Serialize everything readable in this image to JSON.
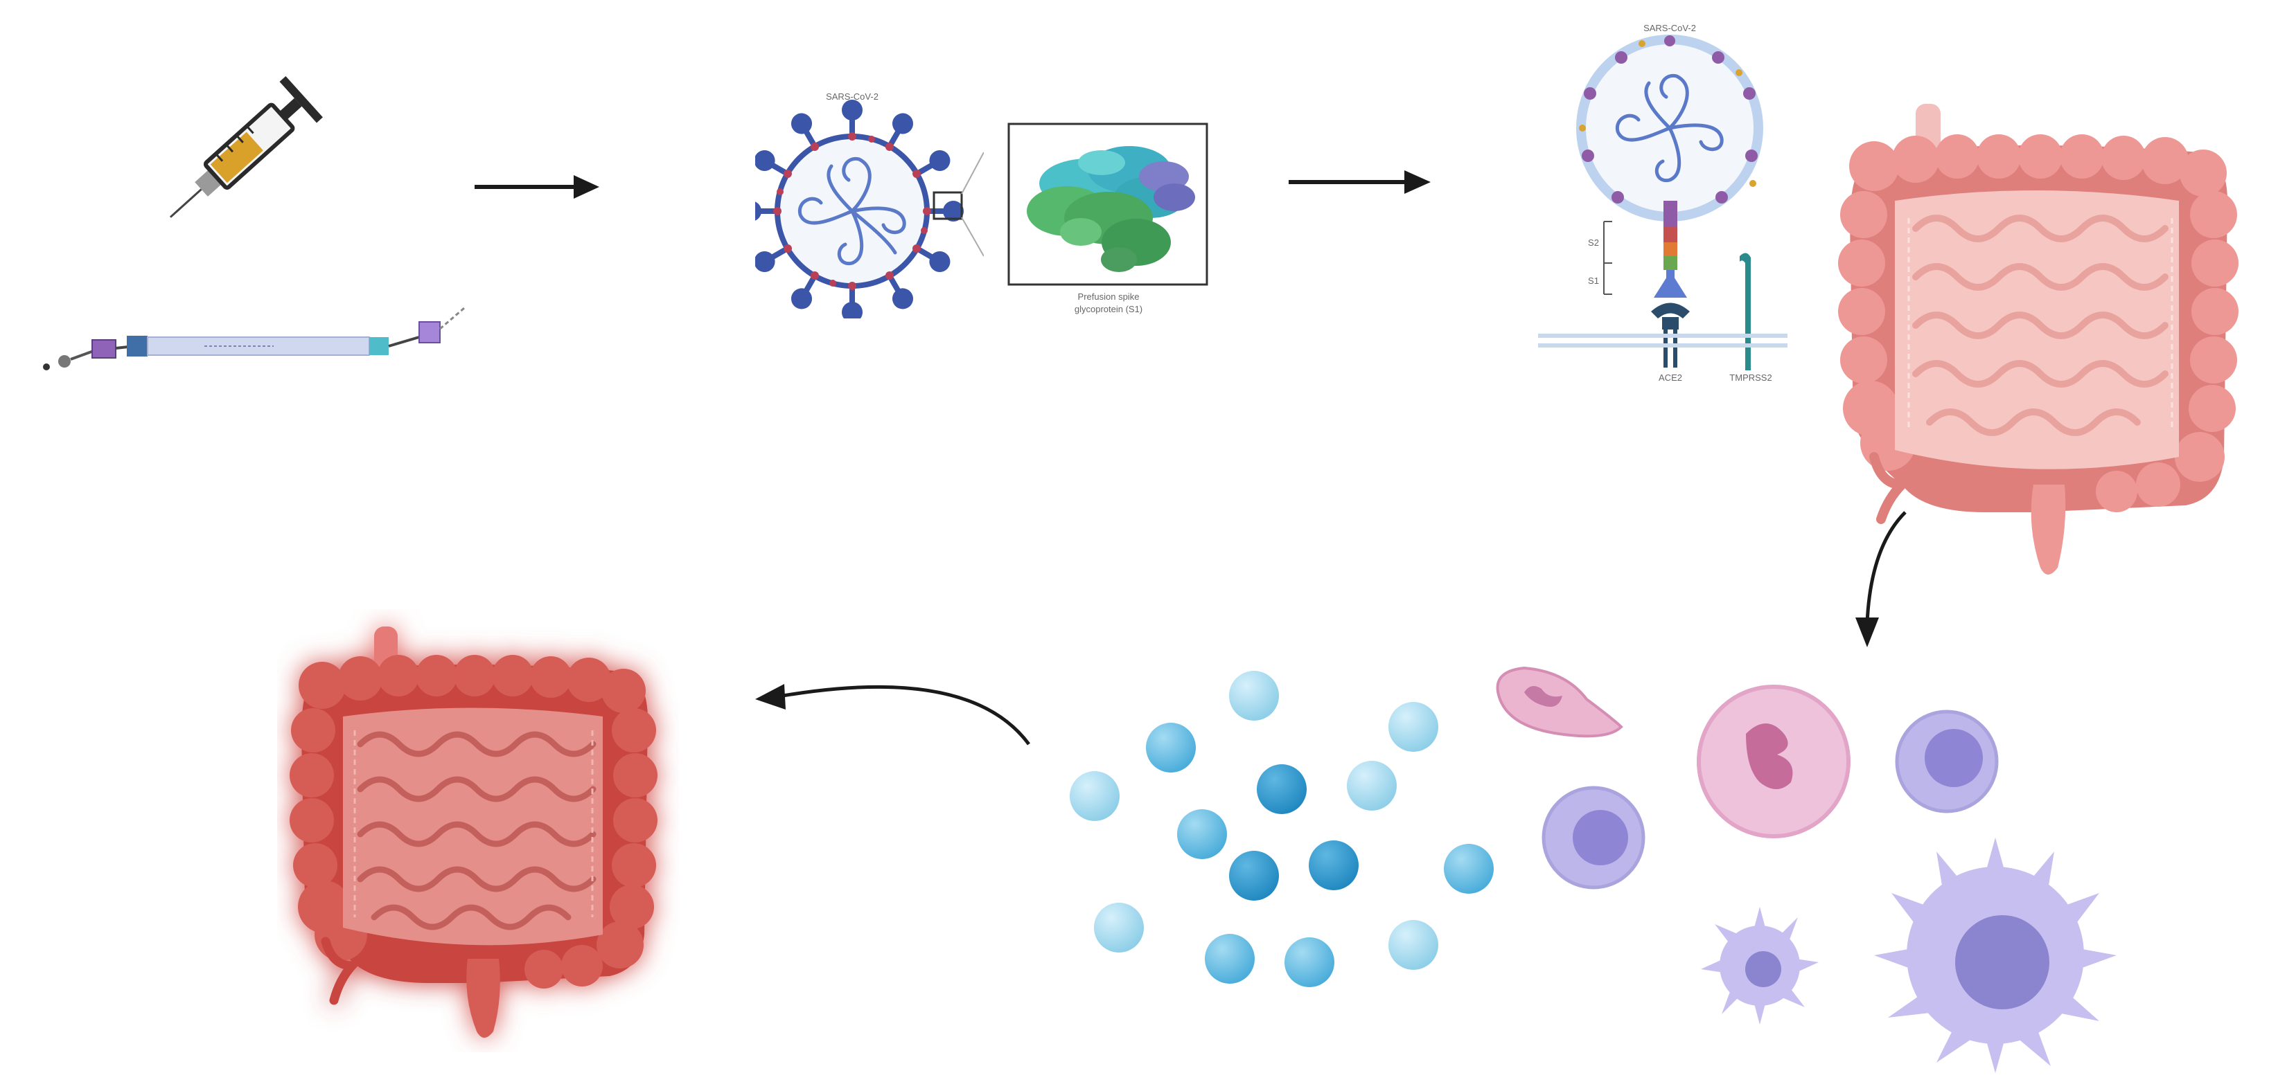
{
  "colors": {
    "arrow": "#1a1a1a",
    "virus_spike": "#3b55a8",
    "virus_dot": "#b84058",
    "rna": "#5a79c8",
    "intestine_healthy": "#f2a2a0",
    "intestine_healthy_dark": "#df7f7c",
    "intestine_inflamed": "#d85a56",
    "inflamed_glow": "#ff2a2a",
    "cytokine_light": "#86cbe6",
    "cytokine_mid": "#41a8d8",
    "cytokine_dark": "#1a84bd",
    "immune_pink": "#ecb5cf",
    "immune_purple": "#b7b4e6"
  },
  "icons": [
    "syringe-icon",
    "catheter-icon",
    "sars-cov-2-virion-icon",
    "spike-protein-structure-icon",
    "spike-ace2-binding-icon",
    "healthy-intestine-icon",
    "cytokine-particles-icon",
    "immune-cells-icon",
    "inflamed-intestine-icon"
  ],
  "labels": {
    "virus_title": "SARS-CoV-2",
    "spike_caption_1": "Prefusion spike",
    "spike_caption_2": "glycoprotein (S1)",
    "binding_title": "SARS-CoV-2",
    "s1_label": "S1",
    "s2_label": "S2",
    "ace2_label": "ACE2",
    "tmprss2_label": "TMPRSS2"
  }
}
